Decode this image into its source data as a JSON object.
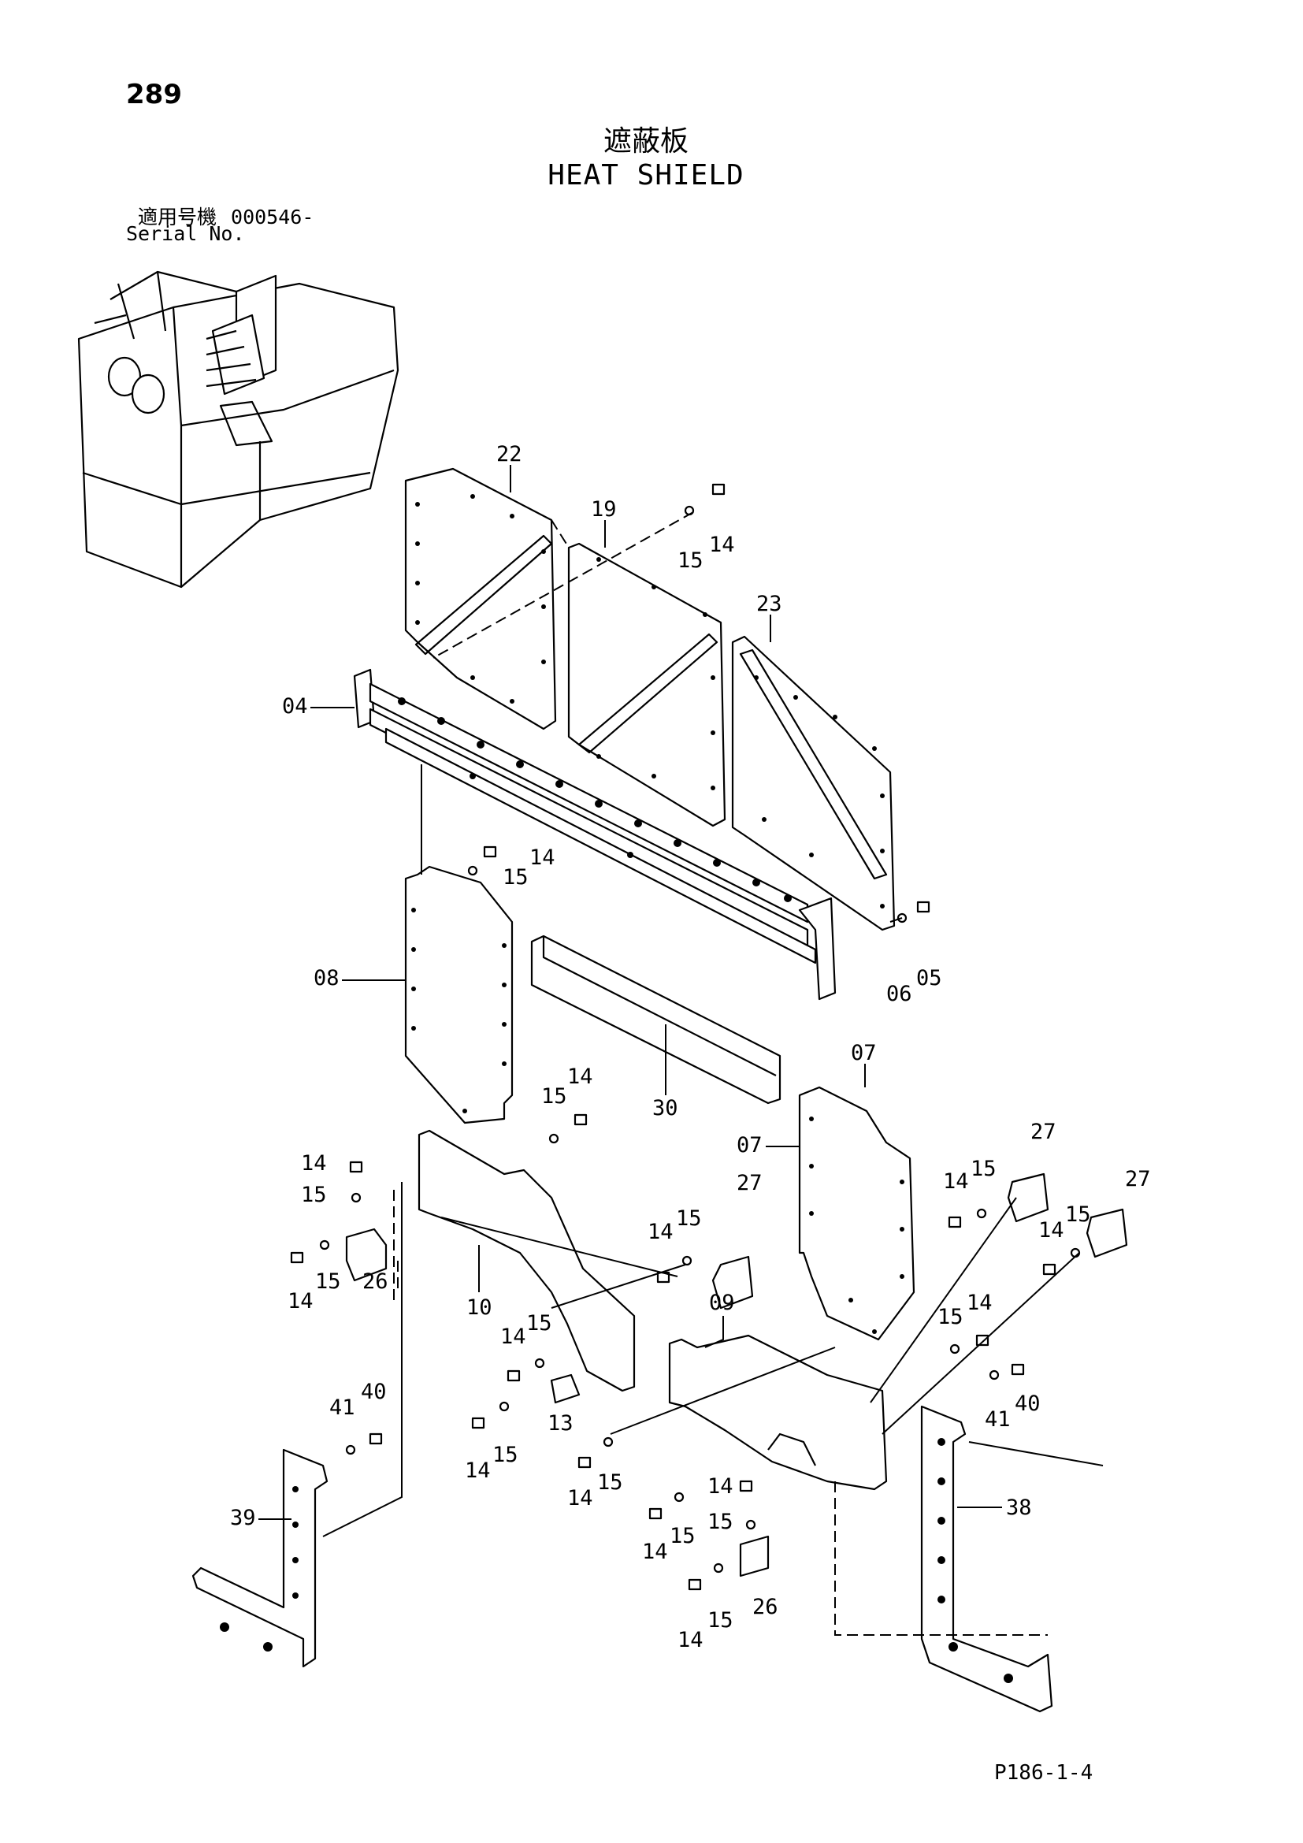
{
  "page_number": "289",
  "title_jp": "遮蔽板",
  "title_en": "HEAT SHIELD",
  "serial": {
    "label_jp": "適用号機",
    "value": "000546-",
    "label_en": "Serial No."
  },
  "page_code": "P186-1-4",
  "callouts": {
    "c22": "22",
    "c19": "19",
    "c23": "23",
    "c04": "04",
    "c15a": "15",
    "c14a": "14",
    "c14b": "14",
    "c15b": "15",
    "c08": "08",
    "c06": "06",
    "c05": "05",
    "c30": "30",
    "c15c": "15",
    "c14c": "14",
    "c07a": "07",
    "c07b": "07",
    "c27a": "27",
    "c15d": "15",
    "c14d": "14",
    "c27b": "27",
    "c15e": "15",
    "c14e": "14",
    "c27c": "27",
    "c15f": "15",
    "c14f": "14",
    "c14g": "14",
    "c15g": "15",
    "c14h": "14",
    "c15h": "15",
    "c26a": "26",
    "c10": "10",
    "c09": "09",
    "c14i": "14",
    "c15i": "15",
    "c13": "13",
    "c14j": "14",
    "c15j": "15",
    "c15k": "15",
    "c14k": "14",
    "c41a": "41",
    "c40a": "40",
    "c39": "39",
    "c14l": "14",
    "c15l": "15",
    "c14m": "14",
    "c15m": "15",
    "c14n": "14",
    "c15n": "15",
    "c14o": "14",
    "c15o": "15",
    "c26b": "26",
    "c41b": "41",
    "c40b": "40",
    "c38": "38"
  }
}
